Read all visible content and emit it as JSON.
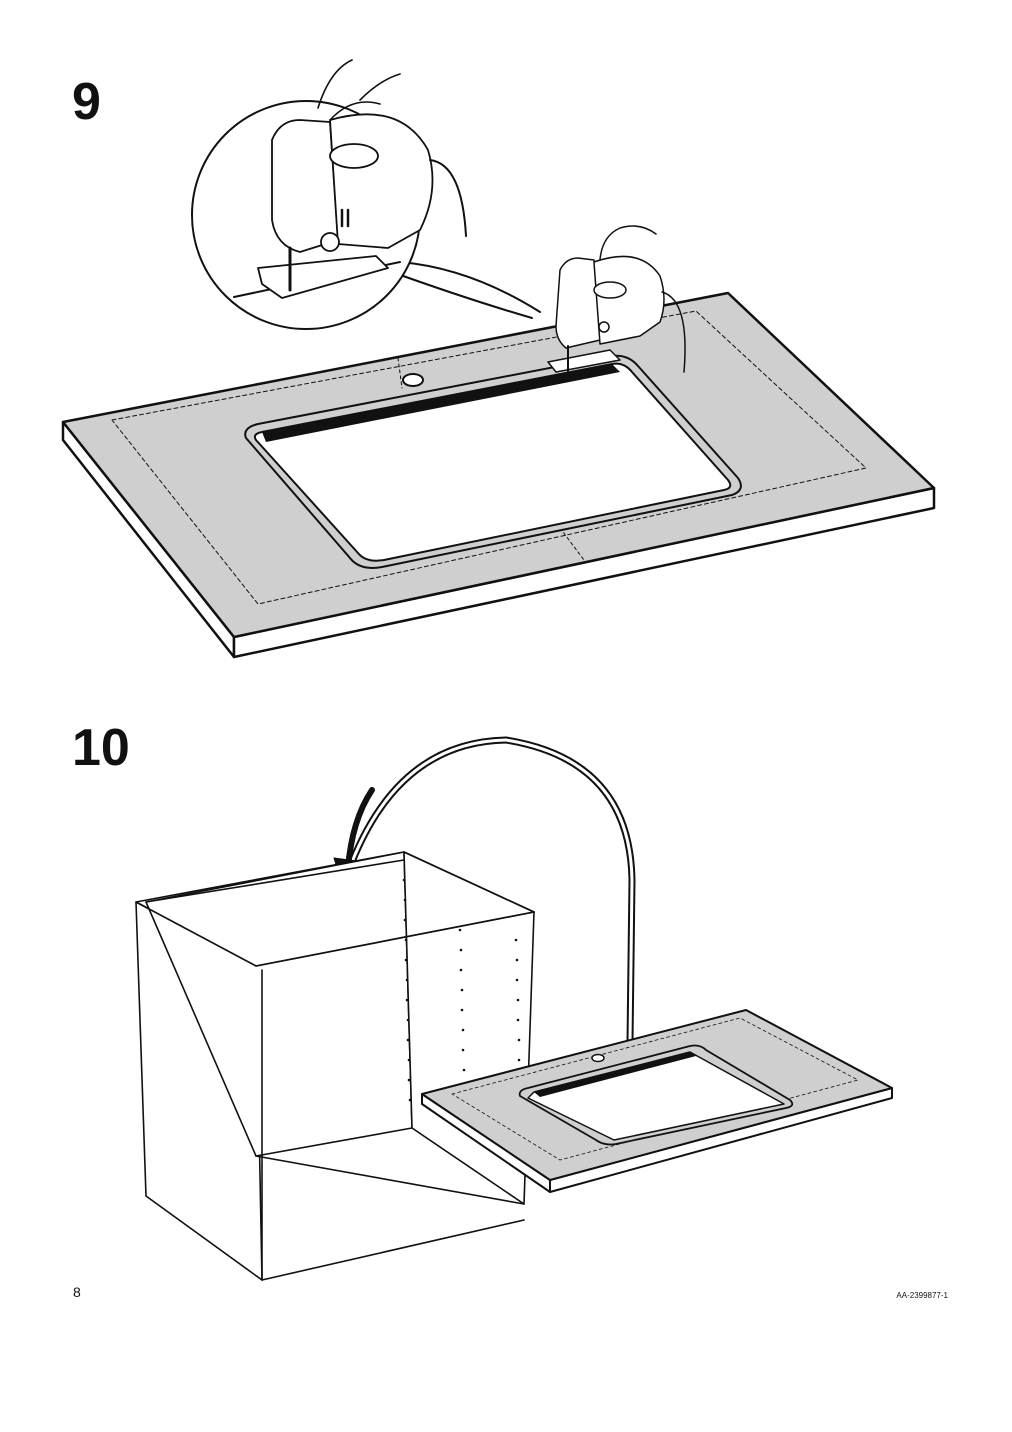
{
  "steps": [
    {
      "number": "9",
      "description_icon": "jigsaw-cutting-countertop"
    },
    {
      "number": "10",
      "description_icon": "place-countertop-on-cabinet"
    }
  ],
  "footer": {
    "page_number": "8",
    "document_code": "AA-2399877-1"
  },
  "colors": {
    "countertop_fill": "#cfcfcf",
    "line": "#111111",
    "background": "#ffffff"
  }
}
